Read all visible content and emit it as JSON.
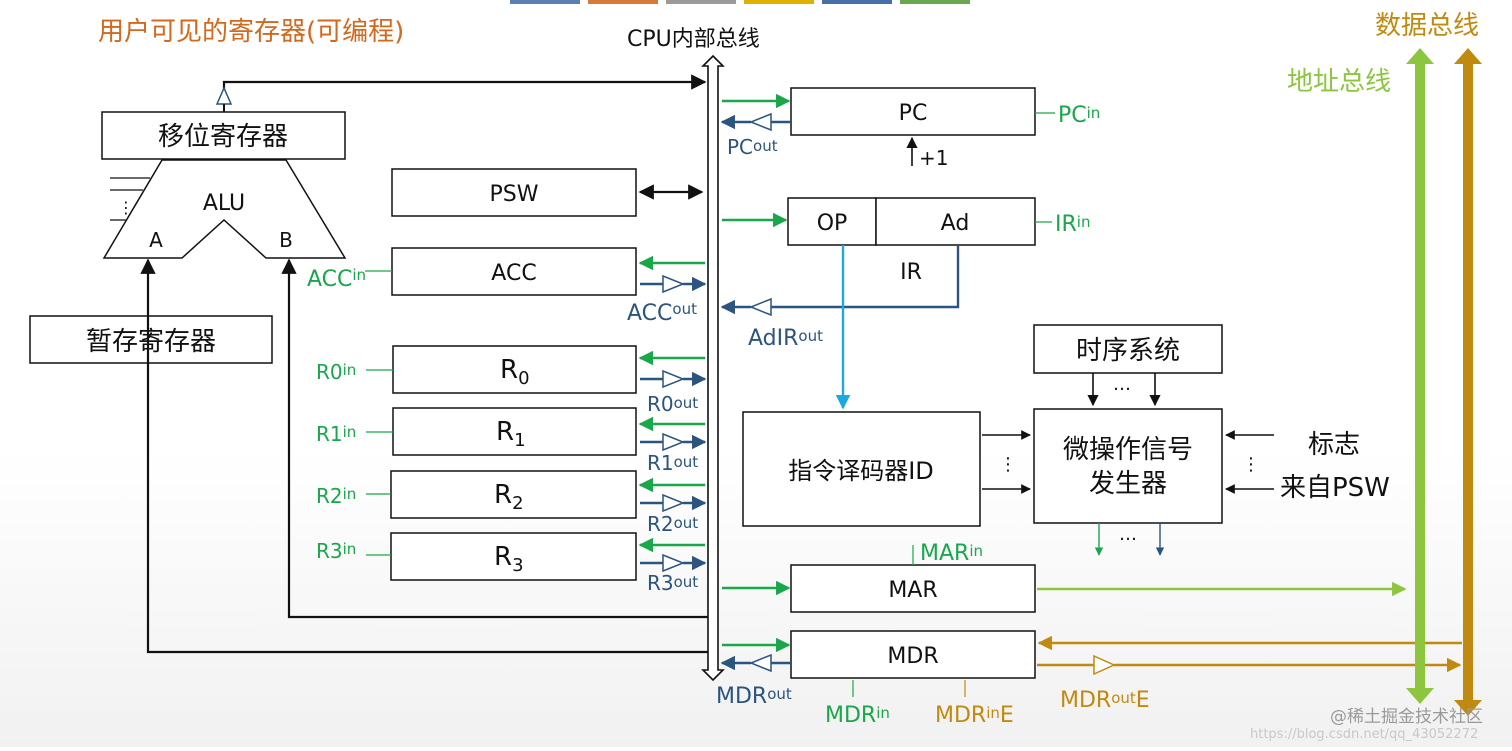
{
  "title": "用户可见的寄存器(可编程)",
  "bus": {
    "internal": "CPU内部总线",
    "data": "数据总线",
    "address": "地址总线"
  },
  "colors": {
    "title": "#d2691e",
    "green": "#1aa64a",
    "blue": "#2b547e",
    "bus_data": "#c08a10",
    "bus_addr": "#8cc63f",
    "cyan": "#1ea8e0"
  },
  "left": {
    "shifter": "移位寄存器",
    "alu": "ALU",
    "alu_a": "A",
    "alu_b": "B",
    "alu_dots": "⋮",
    "temp": "暂存寄存器"
  },
  "registers": {
    "psw": "PSW",
    "acc": {
      "name": "ACC",
      "in": "ACC",
      "in_sub": "in",
      "out": "ACC",
      "out_sub": "out"
    },
    "gp": [
      {
        "base": "R",
        "sub": "0",
        "in": "R0",
        "in_sub": "in",
        "out": "R0",
        "out_sub": "out"
      },
      {
        "base": "R",
        "sub": "1",
        "in": "R1",
        "in_sub": "in",
        "out": "R1",
        "out_sub": "out"
      },
      {
        "base": "R",
        "sub": "2",
        "in": "R2",
        "in_sub": "in",
        "out": "R2",
        "out_sub": "out"
      },
      {
        "base": "R",
        "sub": "3",
        "in": "R3",
        "in_sub": "in",
        "out": "R3",
        "out_sub": "out"
      }
    ]
  },
  "pc": {
    "name": "PC",
    "in": "PC",
    "in_sub": "in",
    "out": "PC",
    "out_sub": "out",
    "inc": "+1"
  },
  "ir": {
    "op": "OP",
    "ad": "Ad",
    "name": "IR",
    "in": "IR",
    "in_sub": "in",
    "adout": "AdIR",
    "adout_sub": "out"
  },
  "control": {
    "timing": "时序系统",
    "decoder": "指令译码器ID",
    "micro_line1": "微操作信号",
    "micro_line2": "发生器",
    "flag": "标志",
    "from_psw": "来自PSW",
    "dots_h": "…",
    "dots_v": "⋮"
  },
  "mar": {
    "name": "MAR",
    "in": "MAR",
    "in_sub": "in"
  },
  "mdr": {
    "name": "MDR",
    "out": "MDR",
    "out_sub": "out",
    "in": "MDR",
    "in_sub": "in",
    "ine": "MDR",
    "ine_sub": "in",
    "ine_e": "E",
    "oute": "MDR",
    "oute_sub": "out",
    "oute_e": "E"
  },
  "watermark": "@稀土掘金技术社区",
  "watermark_url": "https://blog.csdn.net/qq_43052272"
}
